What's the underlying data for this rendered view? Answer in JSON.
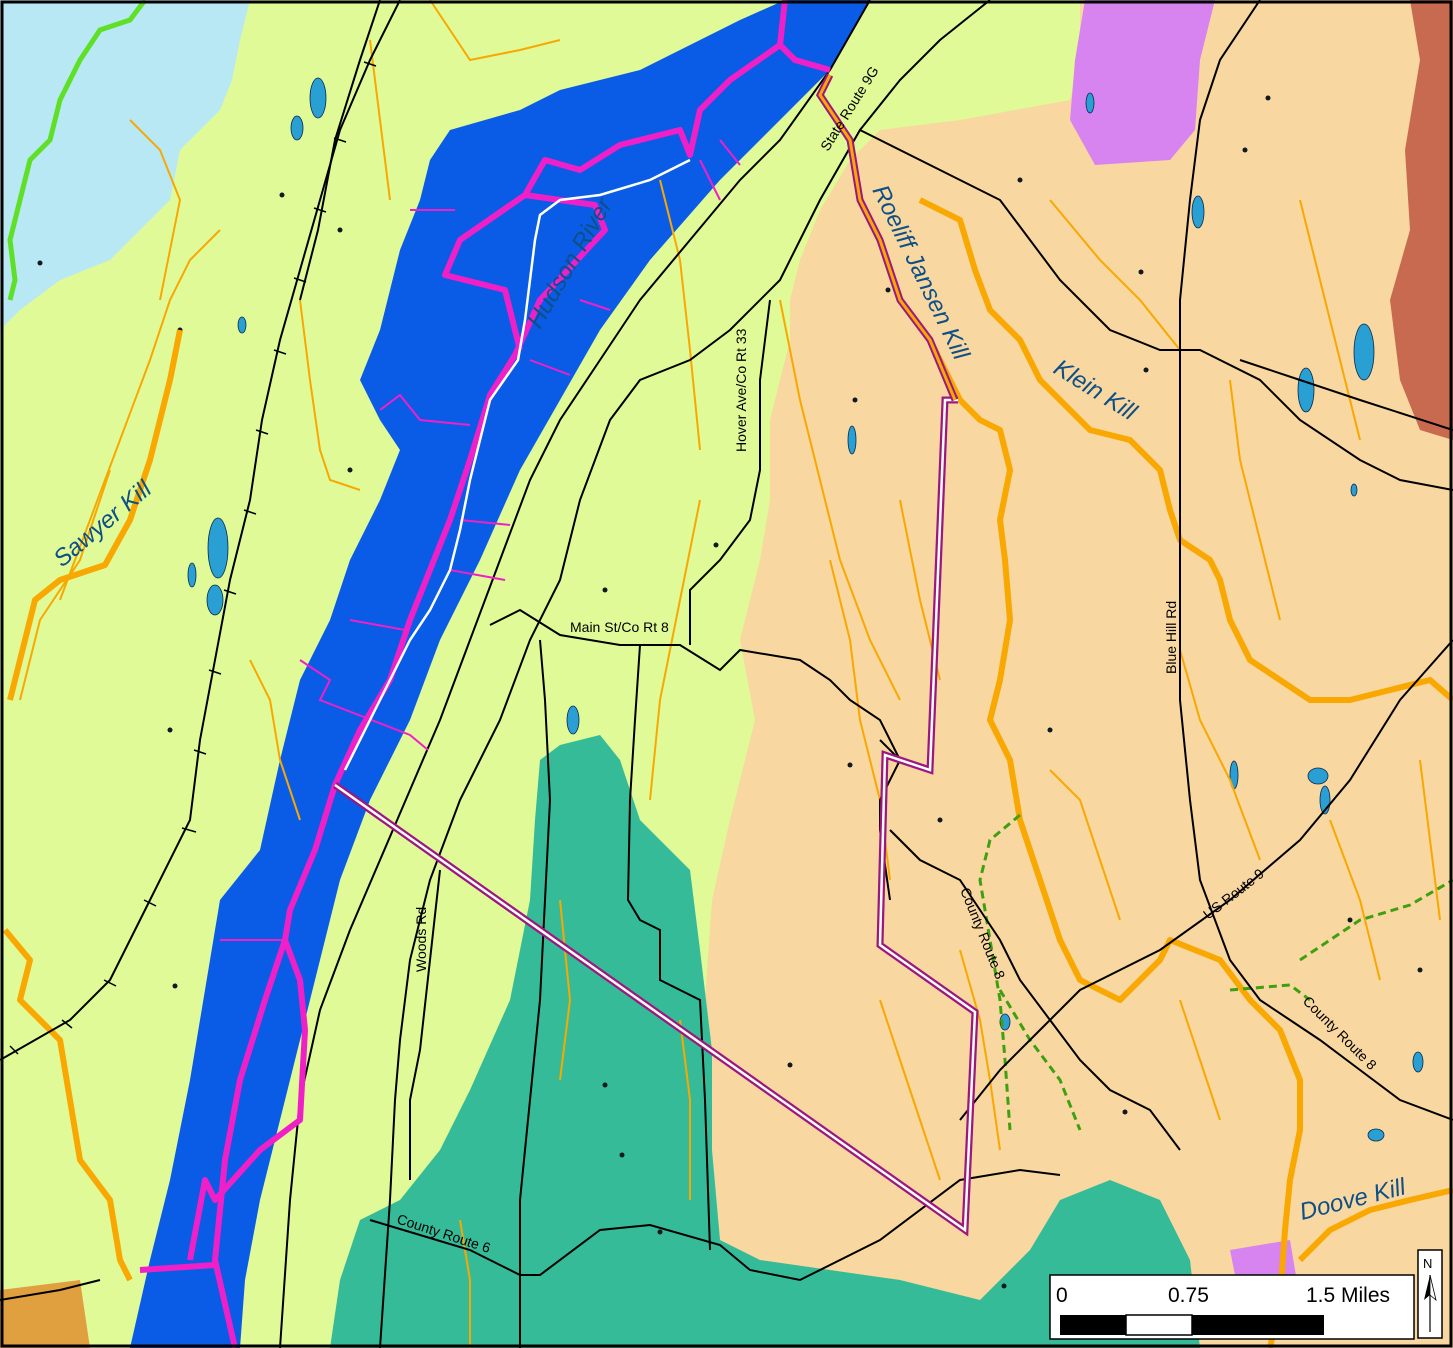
{
  "map": {
    "colors": {
      "lowland_green": "#e0fa98",
      "upland_tan": "#f9d7a0",
      "teal_forest": "#35bb98",
      "light_blue": "#b8e8f4",
      "river_blue": "#0a5be6",
      "violet": "#d884f0",
      "brown": "#c86a50",
      "orange_stream": "#f8a800",
      "magenta_boundary": "#f020c8",
      "purple_outline": "#9a1880",
      "green_trail": "#5cc000",
      "pond_blue": "#2a9fd4"
    },
    "water_labels": {
      "hudson": "Hudson River",
      "roeliff": "Roeliff Jansen Kill",
      "klein": "Klein Kill",
      "sawyer": "Sawyer Kill",
      "doove": "Doove Kill"
    },
    "road_labels": {
      "sr9g": "State Route 9G",
      "hover": "Hover Ave/Co Rt 33",
      "main": "Main St/Co Rt 8",
      "woods": "Woods Rd",
      "cr6": "County Route 6",
      "cr8_center": "County Route 8",
      "blue_hill": "Blue Hill Rd",
      "us9": "US Route 9",
      "cr8_east": "County Route 8"
    },
    "scale_bar": {
      "label_start": "0",
      "label_mid": "0.75",
      "label_end": "1.5 Miles"
    },
    "north_arrow": {
      "letter": "N",
      "icon": "north-arrow-icon"
    }
  }
}
